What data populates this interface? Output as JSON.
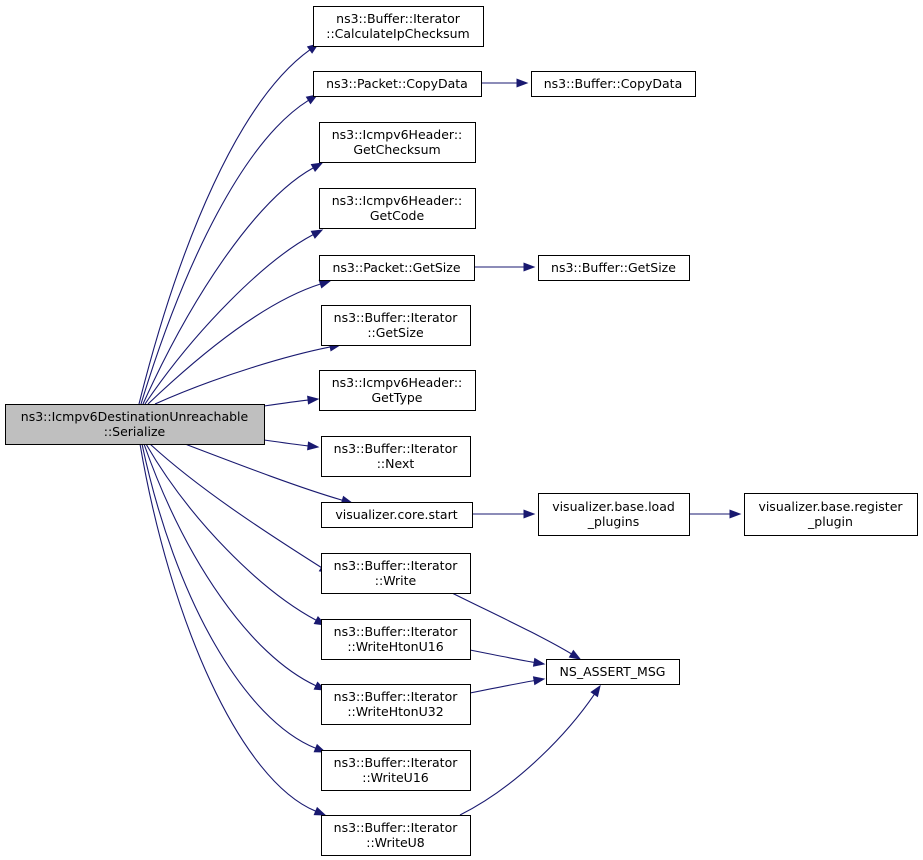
{
  "graph": {
    "root": "root",
    "nodes": [
      {
        "id": "root",
        "lines": [
          "ns3::Icmpv6DestinationUnreachable",
          "::Serialize"
        ],
        "highlighted": true
      },
      {
        "id": "calcchecksum",
        "lines": [
          "ns3::Buffer::Iterator",
          "::CalculateIpChecksum"
        ]
      },
      {
        "id": "pkt_copydata",
        "lines": [
          "ns3::Packet::CopyData"
        ]
      },
      {
        "id": "buf_copydata",
        "lines": [
          "ns3::Buffer::CopyData"
        ]
      },
      {
        "id": "getchecksum",
        "lines": [
          "ns3::Icmpv6Header::",
          "GetChecksum"
        ]
      },
      {
        "id": "getcode",
        "lines": [
          "ns3::Icmpv6Header::",
          "GetCode"
        ]
      },
      {
        "id": "pkt_getsize",
        "lines": [
          "ns3::Packet::GetSize"
        ]
      },
      {
        "id": "buf_getsize",
        "lines": [
          "ns3::Buffer::GetSize"
        ]
      },
      {
        "id": "it_getsize",
        "lines": [
          "ns3::Buffer::Iterator",
          "::GetSize"
        ]
      },
      {
        "id": "gettype",
        "lines": [
          "ns3::Icmpv6Header::",
          "GetType"
        ]
      },
      {
        "id": "next",
        "lines": [
          "ns3::Buffer::Iterator",
          "::Next"
        ]
      },
      {
        "id": "vis_start",
        "lines": [
          "visualizer.core.start"
        ]
      },
      {
        "id": "vis_load",
        "lines": [
          "visualizer.base.load",
          "_plugins"
        ]
      },
      {
        "id": "vis_register",
        "lines": [
          "visualizer.base.register",
          "_plugin"
        ]
      },
      {
        "id": "write",
        "lines": [
          "ns3::Buffer::Iterator",
          "::Write"
        ]
      },
      {
        "id": "writehtonu16",
        "lines": [
          "ns3::Buffer::Iterator",
          "::WriteHtonU16"
        ]
      },
      {
        "id": "ns_assert",
        "lines": [
          "NS_ASSERT_MSG"
        ]
      },
      {
        "id": "writehtonu32",
        "lines": [
          "ns3::Buffer::Iterator",
          "::WriteHtonU32"
        ]
      },
      {
        "id": "writeu16",
        "lines": [
          "ns3::Buffer::Iterator",
          "::WriteU16"
        ]
      },
      {
        "id": "writeu8",
        "lines": [
          "ns3::Buffer::Iterator",
          "::WriteU8"
        ]
      }
    ],
    "edges": [
      {
        "from": "root",
        "to": "calcchecksum"
      },
      {
        "from": "root",
        "to": "pkt_copydata"
      },
      {
        "from": "root",
        "to": "getchecksum"
      },
      {
        "from": "root",
        "to": "getcode"
      },
      {
        "from": "root",
        "to": "pkt_getsize"
      },
      {
        "from": "root",
        "to": "it_getsize"
      },
      {
        "from": "root",
        "to": "gettype"
      },
      {
        "from": "root",
        "to": "next"
      },
      {
        "from": "root",
        "to": "vis_start"
      },
      {
        "from": "root",
        "to": "write"
      },
      {
        "from": "root",
        "to": "writehtonu16"
      },
      {
        "from": "root",
        "to": "writehtonu32"
      },
      {
        "from": "root",
        "to": "writeu16"
      },
      {
        "from": "root",
        "to": "writeu8"
      },
      {
        "from": "pkt_copydata",
        "to": "buf_copydata"
      },
      {
        "from": "pkt_getsize",
        "to": "buf_getsize"
      },
      {
        "from": "vis_start",
        "to": "vis_load"
      },
      {
        "from": "vis_load",
        "to": "vis_register"
      },
      {
        "from": "write",
        "to": "ns_assert"
      },
      {
        "from": "writehtonu16",
        "to": "ns_assert"
      },
      {
        "from": "writehtonu32",
        "to": "ns_assert"
      },
      {
        "from": "writeu8",
        "to": "ns_assert"
      }
    ],
    "colors": {
      "edge": "#191970",
      "root_fill": "#bfbfbf",
      "node_fill": "#ffffff",
      "border": "#000000"
    }
  }
}
